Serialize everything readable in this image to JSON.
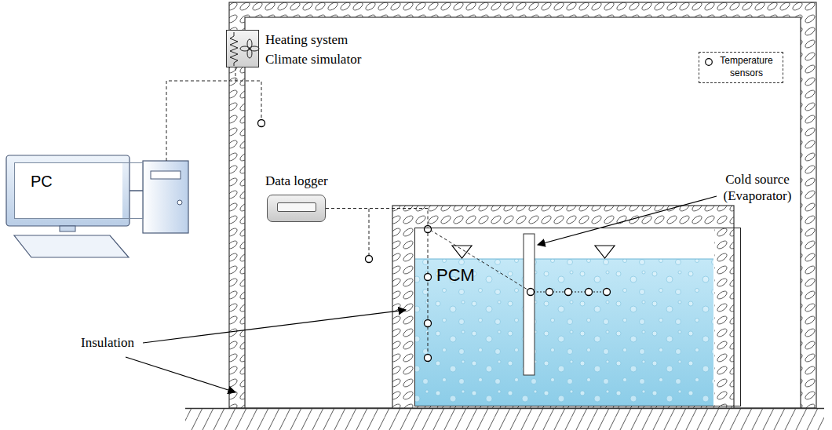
{
  "diagram": {
    "nodes": [
      {
        "text": [
          "Heating system Climate simulator"
        ]
      },
      {
        "text": [
          "PC"
        ]
      },
      {
        "text": [
          "Data logger"
        ]
      },
      {
        "text": [
          "PCM"
        ]
      }
    ],
    "edges": [
      {
        "from": 2,
        "to": 3,
        "arrow": "none"
      }
    ],
    "labels": [
      "Cold source (Evaporator)",
      "Insulation"
    ],
    "legend": [
      {
        "text": "Temperature sensors"
      }
    ]
  }
}
